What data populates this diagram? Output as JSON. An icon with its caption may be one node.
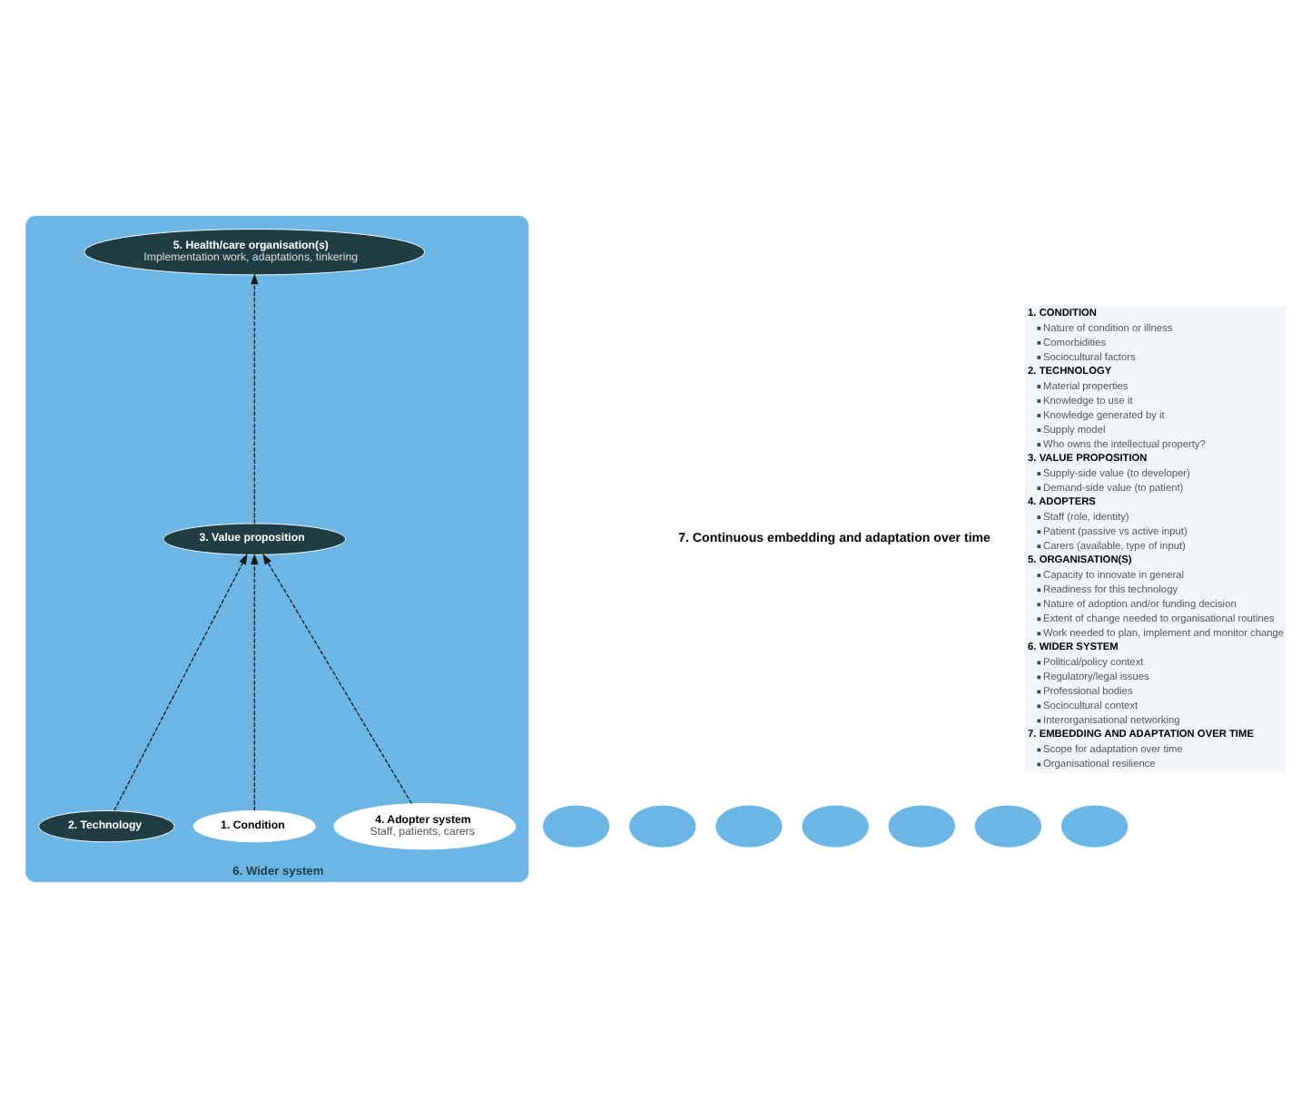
{
  "diagram": {
    "nodes": [
      {
        "text": [
          "6. Wider system"
        ]
      },
      {
        "text": [
          "5. Health/care organisation(s)",
          "Implementation work, adaptations, tinkering"
        ],
        "in": 0
      },
      {
        "text": [
          "4. Adopter system",
          "Staff, patients, carers"
        ],
        "in": 0
      },
      {
        "text": [
          "3. Value proposition"
        ],
        "in": 0
      },
      {
        "text": [
          "1. Condition"
        ],
        "in": 0
      },
      {
        "text": [
          "2. Technology"
        ],
        "in": 0
      },
      {
        "text": [],
        "shape": "ellipse"
      },
      {
        "text": [],
        "shape": "ellipse"
      },
      {
        "text": [],
        "shape": "ellipse"
      },
      {
        "text": [],
        "shape": "ellipse"
      },
      {
        "text": [],
        "shape": "ellipse"
      },
      {
        "text": [],
        "shape": "ellipse"
      },
      {
        "text": [],
        "shape": "ellipse"
      }
    ],
    "edges": [
      {
        "from": 3,
        "to": 1,
        "arrow": "to",
        "style": "dashed"
      },
      {
        "from": 2,
        "to": 3,
        "arrow": "to",
        "style": "dashed"
      },
      {
        "from": 4,
        "to": 3,
        "arrow": "to",
        "style": "dashed"
      },
      {
        "from": 5,
        "to": 3,
        "arrow": "to",
        "style": "dashed"
      }
    ],
    "labels": [
      "7. Continuous embedding and adaptation over time",
      "1. CONDITION",
      "Nature of condition or illness",
      "Comorbidities",
      "Sociocultural factors",
      "2. TECHNOLOGY",
      "Material properties",
      "Knowledge to use it",
      "Knowledge generated by it",
      "Supply model",
      "Who owns the intellectual property?",
      "3. VALUE PROPOSITION",
      "Supply-side value (to developer)",
      "Demand-side value (to patient)",
      "4. ADOPTERS",
      "Staff (role, identity)",
      "Patient (passive vs active input)",
      "Carers (available, type of input)",
      "5. ORGANISATION(S)",
      "Capacity to innovate in general",
      "Readiness for this technology",
      "Nature of adoption and/or funding decision",
      "Extent of change needed to organisational routines",
      "Work needed to plan, implement and monitor change",
      "6. WIDER SYSTEM",
      "Political/policy context",
      "Regulatory/legal issues",
      "Professional bodies",
      "Sociocultural context",
      "Interorganisational networking",
      "7. EMBEDDING AND ADAPTATION OVER TIME",
      "Scope for adaptation over time",
      "Organisational resilience"
    ]
  }
}
